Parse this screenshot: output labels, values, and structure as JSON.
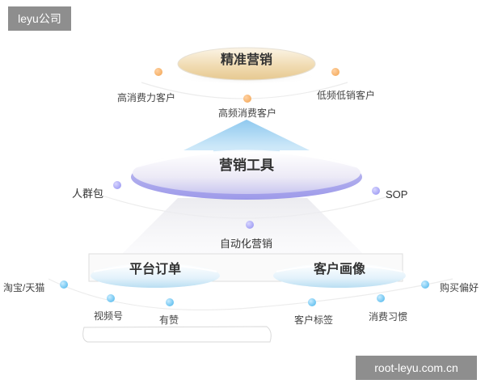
{
  "corner_badge": "leyu公司",
  "watermark": "root-leyu.com.cn",
  "top_layer": {
    "title": "精准营销",
    "labels": [
      "高消费力客户",
      "高频消费客户",
      "低频低销客户"
    ]
  },
  "middle_layer": {
    "title": "营销工具",
    "left_label": "人群包",
    "right_label": "SOP",
    "bottom_label": "自动化营销"
  },
  "bottom_layer": {
    "left_title": "平台订单",
    "right_title": "客户画像",
    "labels": [
      "淘宝/天猫",
      "视频号",
      "有赞",
      "客户标签",
      "消费习惯",
      "购买偏好"
    ]
  },
  "colors": {
    "orange": "#f2a24e",
    "purple": "#8f8cf0",
    "blue": "#44b3ea",
    "badge_bg": "#8e8e8e"
  }
}
